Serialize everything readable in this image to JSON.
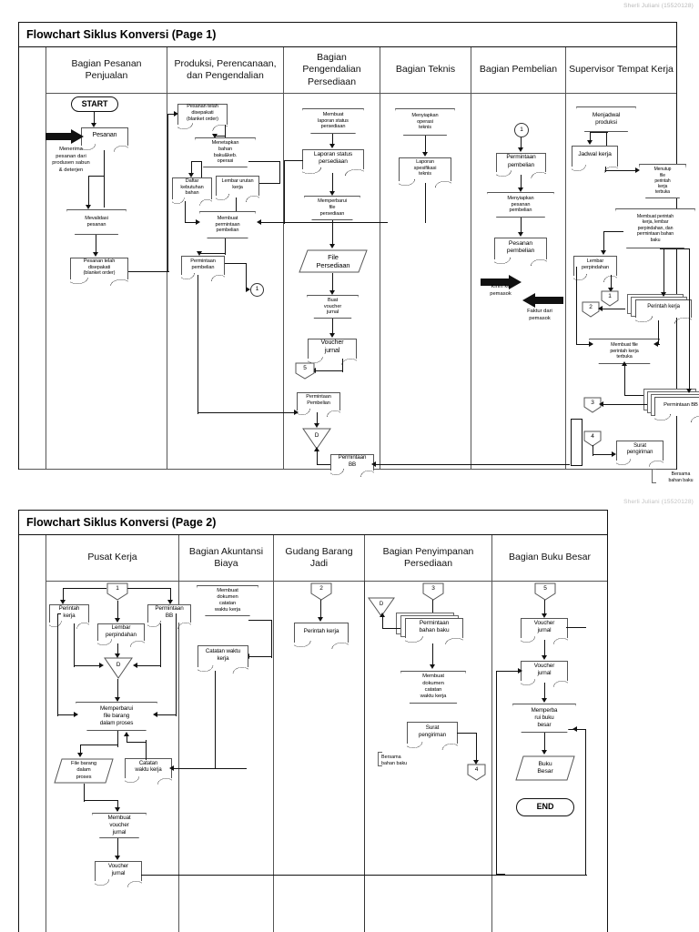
{
  "watermark": "Sherli Juliani (15520128)",
  "pages": [
    {
      "title": "Flowchart Siklus Konversi (Page 1)",
      "lanes": [
        "Bagian Pesanan Penjualan",
        "Produksi, Perencanaan, dan Pengendalian",
        "Bagian Pengendalian Persediaan",
        "Bagian Teknis",
        "Bagian Pembelian",
        "Supervisor Tempat Kerja"
      ],
      "nodes": {
        "start": "START",
        "pesanan": "Pesanan",
        "menerima_note": "Menerima\npesanan dari\nprodusen sabun\n& deterjen",
        "mevalidasi": "Mevalidasi\npesanan",
        "pesanan_disepakati": "Pesanan telah\ndisepakati\n(blanket order)",
        "pesanan_disepakati2": "Pesanan telah\ndisepakati\n(blanket order)",
        "menetapkan": "Menetapkan\nbahan\nbaku&keb.\noperasi",
        "daftar_kebutuhan": "Daftar\nkebutuhan\nbahan",
        "lembar_urutan": "Lembar urutan\nkerja",
        "membuat_permintaan": "Membuat\npermintaan\npembelian",
        "permintaan_pembelian": "Permintaan\npembelian",
        "conn1_col2": "1",
        "membuat_laporan": "Membuat\nlaporan status\npersediaan",
        "laporan_status": "Laporan status\npersediaan",
        "memperbarui_file": "Memperbarui\nfile\npersediaan",
        "file_persediaan": "File\nPersediaan",
        "buat_voucher": "Buat\nvoucher\njurnal",
        "voucher_jurnal": "Voucher\njurnal",
        "conn5": "5",
        "permintaan_pembelian2": "Permintaan\nPembelian",
        "triD": "D",
        "permintaan_bb": "Permintaan\nBB",
        "menyiapkan_operasi": "Menyiapkan\noperasi\nteknis",
        "laporan_spesifikasi": "Laporan\nspesifikasi\nteknis",
        "conn1_col5": "1",
        "permintaan_pembelian3": "Permintaan\npembelian",
        "menyiapkan_pesanan": "Menyiapkan\npesanan\npembelian",
        "pesanan_pembelian": "Pesanan\npembelian",
        "kirim_pemasok": "Kirim ke\npemasok",
        "faktur_pemasok": "Faktur dari\npemasok",
        "menjadwal": "Menjadwal\nproduksi",
        "jadwal_kerja": "Jadwal kerja",
        "menutup_file": "Menutup\nfile\nperintah\nkerja\nterbuka",
        "membuat_perintah": "Membuat perintah\nkerja, lembar\nperpindahan, dan\npermintaan bahan\nbaku",
        "lembar_perpindahan": "Lembar\nperpindahan",
        "conn1_col6": "1",
        "conn2_col6": "2",
        "perintah_kerja": "Perintah kerja",
        "membuat_file_pk": "Membuat file\nperintah kerja\nterbuka",
        "conn3": "3",
        "permintaan_bb2": "Permintaan BB",
        "conn4": "4",
        "surat_pengiriman": "Surat\npengiriman",
        "bersama_bahan": "Bersama\nbahan baku"
      }
    },
    {
      "title": "Flowchart Siklus Konversi (Page 2)",
      "lanes": [
        "Pusat Kerja",
        "Bagian Akuntansi Biaya",
        "Gudang Barang Jadi",
        "Bagian Penyimpanan Persediaan",
        "Bagian Buku Besar"
      ],
      "nodes": {
        "conn1": "1",
        "perintah_kerja": "Perintah\nkerja",
        "permintaan_bb": "Permintaan\nBB",
        "lembar_perpindahan": "Lembar\nperpindahan",
        "triD": "D",
        "memperbarui_barang": "Memperbarui\nfile barang\ndalam proses",
        "file_barang": "File barang\ndalam\nproses",
        "catatan_waktu": "Catatan\nwaktu kerja",
        "membuat_voucher": "Membuat\nvoucher\njurnal",
        "voucher_jurnal": "Voucher\njurnal",
        "membuat_dokumen": "Membuat\ndokumen\ncatatan\nwaktu kerja",
        "catatan_waktu2": "Catatan waktu\nkerja",
        "conn2": "2",
        "perintah_kerja2": "Perintah kerja",
        "conn3": "3",
        "triD2": "D",
        "permintaan_bahan_baku": "Permintaan\nbahan baku",
        "membuat_dokumen2": "Membuat\ndokumen\ncatatan\nwaktu kerja",
        "surat_pengiriman": "Surat\npengiriman",
        "bersama_bahan": "Bersama\nbahan baku",
        "conn4": "4",
        "conn5": "5",
        "voucher_jurnal1": "Voucher\njurnal",
        "voucher_jurnal2": "Voucher\njurnal",
        "memperbarui_bb": "Memperba\nrui buku\nbesar",
        "buku_besar": "Buku\nBesar",
        "end": "END"
      }
    }
  ],
  "colors": {
    "line": "#111111",
    "shape_stroke": "#555555",
    "border": "#111111",
    "background": "#ffffff",
    "watermark": "#b8b8b8"
  }
}
